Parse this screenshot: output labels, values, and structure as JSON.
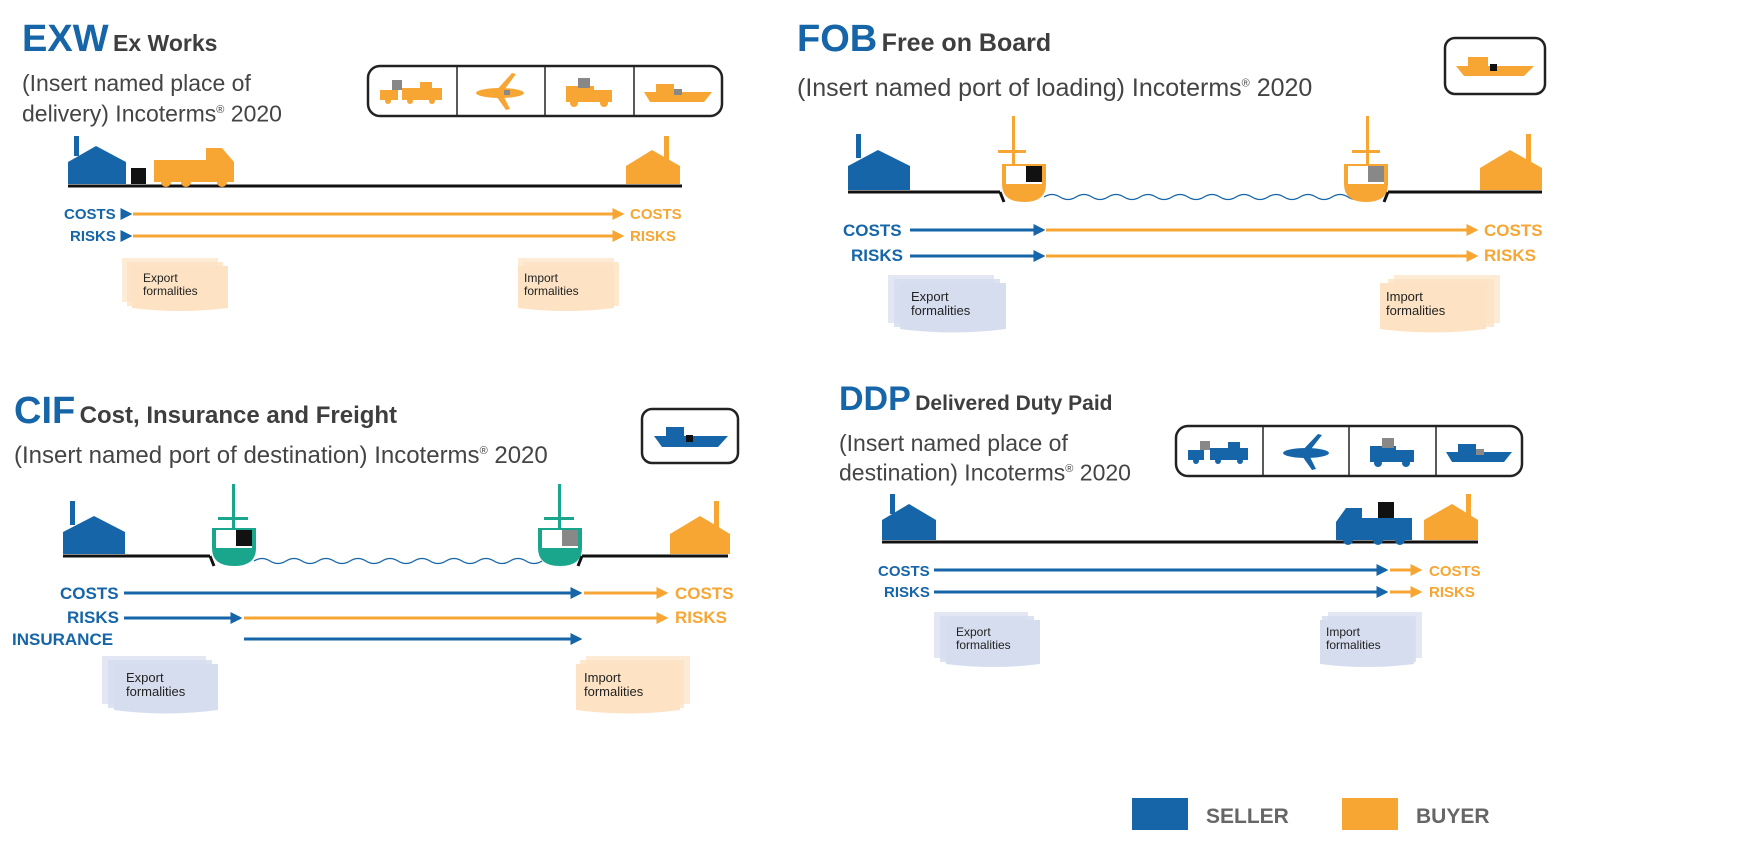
{
  "colors": {
    "seller": "#1565a8",
    "buyer": "#f7a633",
    "insurance_ship": "#19a68c",
    "text_gray": "#444444",
    "export_doc": "#d5ddee",
    "import_doc": "#fde3c4"
  },
  "legend": {
    "seller": "SELLER",
    "buyer": "BUYER"
  },
  "terms": {
    "exw": {
      "code": "EXW",
      "name": "Ex Works",
      "subtitle_line1": "(Insert named place of",
      "subtitle_line2": "delivery) Incoterms",
      "reg": "®",
      "year": " 2020",
      "costs_left": "COSTS",
      "costs_right": "COSTS",
      "risks_left": "RISKS",
      "risks_right": "RISKS",
      "export_doc": [
        "Export",
        "formalities"
      ],
      "import_doc": [
        "Import",
        "formalities"
      ],
      "transport_icons": [
        "train-icon",
        "plane-icon",
        "truck-icon",
        "ship-icon"
      ]
    },
    "fob": {
      "code": "FOB",
      "name": "Free on Board",
      "subtitle": "(Insert named port of loading) Incoterms",
      "reg": "®",
      "year": " 2020",
      "costs_left": "COSTS",
      "costs_right": "COSTS",
      "risks_left": "RISKS",
      "risks_right": "RISKS",
      "export_doc": [
        "Export",
        "formalities"
      ],
      "import_doc": [
        "Import",
        "formalities"
      ],
      "transport_icons": [
        "ship-icon"
      ]
    },
    "cif": {
      "code": "CIF",
      "name": "Cost, Insurance and Freight",
      "subtitle": "(Insert named port of destination) Incoterms",
      "reg": "®",
      "year": " 2020",
      "costs_left": "COSTS",
      "costs_right": "COSTS",
      "risks_left": "RISKS",
      "risks_right": "RISKS",
      "insurance": "INSURANCE",
      "export_doc": [
        "Export",
        "formalities"
      ],
      "import_doc": [
        "Import",
        "formalities"
      ],
      "transport_icons": [
        "ship-icon"
      ]
    },
    "ddp": {
      "code": "DDP",
      "name": "Delivered Duty Paid",
      "subtitle_line1": "(Insert named place of",
      "subtitle_line2": "destination) Incoterms",
      "reg": "®",
      "year": " 2020",
      "costs_left": "COSTS",
      "costs_right": "COSTS",
      "risks_left": "RISKS",
      "risks_right": "RISKS",
      "export_doc": [
        "Export",
        "formalities"
      ],
      "import_doc": [
        "Import",
        "formalities"
      ],
      "transport_icons": [
        "train-icon",
        "plane-icon",
        "truck-icon",
        "ship-icon"
      ]
    }
  }
}
